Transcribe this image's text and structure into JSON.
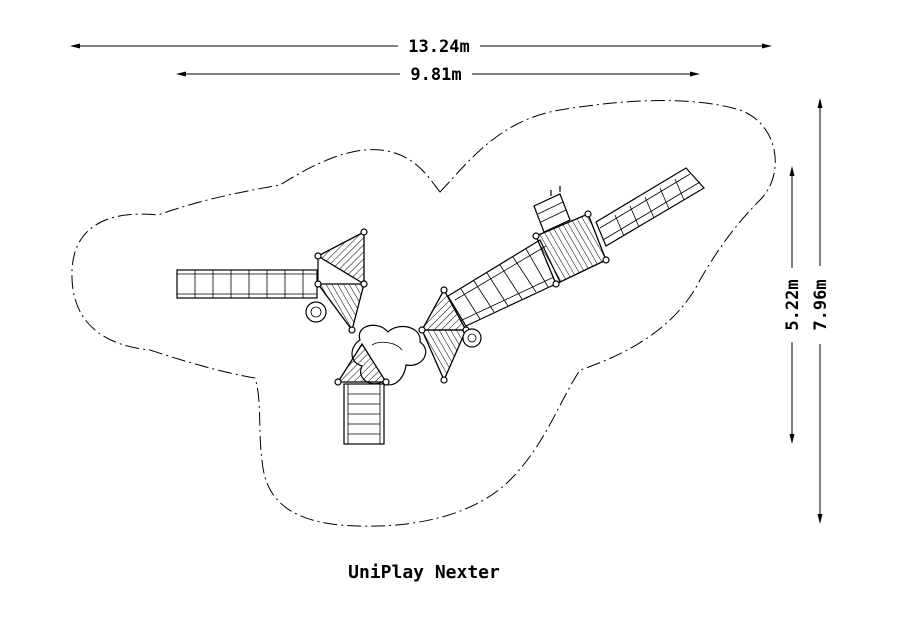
{
  "dimensions": {
    "overall_width": "13.24m",
    "structure_width": "9.81m",
    "structure_depth": "5.22m",
    "overall_depth": "7.96m"
  },
  "product": {
    "name": "UniPlay Nexter"
  }
}
